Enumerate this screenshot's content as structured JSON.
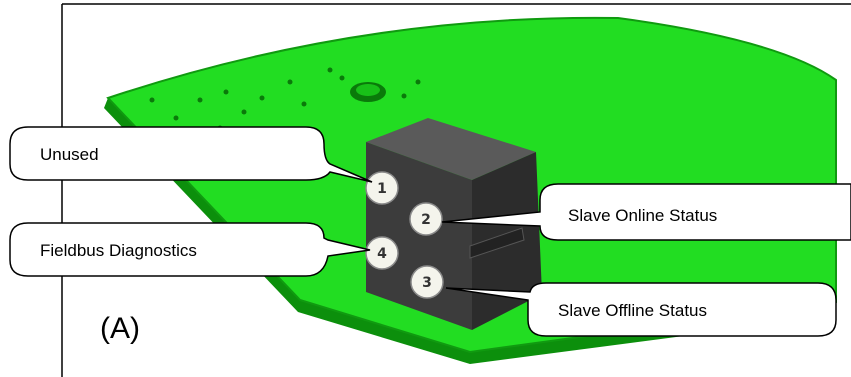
{
  "panel_label": "(A)",
  "leds": [
    {
      "number": "1"
    },
    {
      "number": "2"
    },
    {
      "number": "3"
    },
    {
      "number": "4"
    }
  ],
  "callouts": [
    {
      "text": "Unused"
    },
    {
      "text": "Fieldbus Diagnostics"
    },
    {
      "text": "Slave Online Status"
    },
    {
      "text": "Slave Offline Status"
    }
  ],
  "colors": {
    "board": "#22dd22",
    "board_edge": "#109a10",
    "board_side": "#0c8f0c",
    "hole": "#0a7a0a",
    "module_top": "#5a5a5a",
    "module_front": "#3c3c3c",
    "module_side": "#2c2c2c",
    "led_face": "#f4f4ec",
    "callout_border": "#000000",
    "callout_fill": "#ffffff"
  }
}
